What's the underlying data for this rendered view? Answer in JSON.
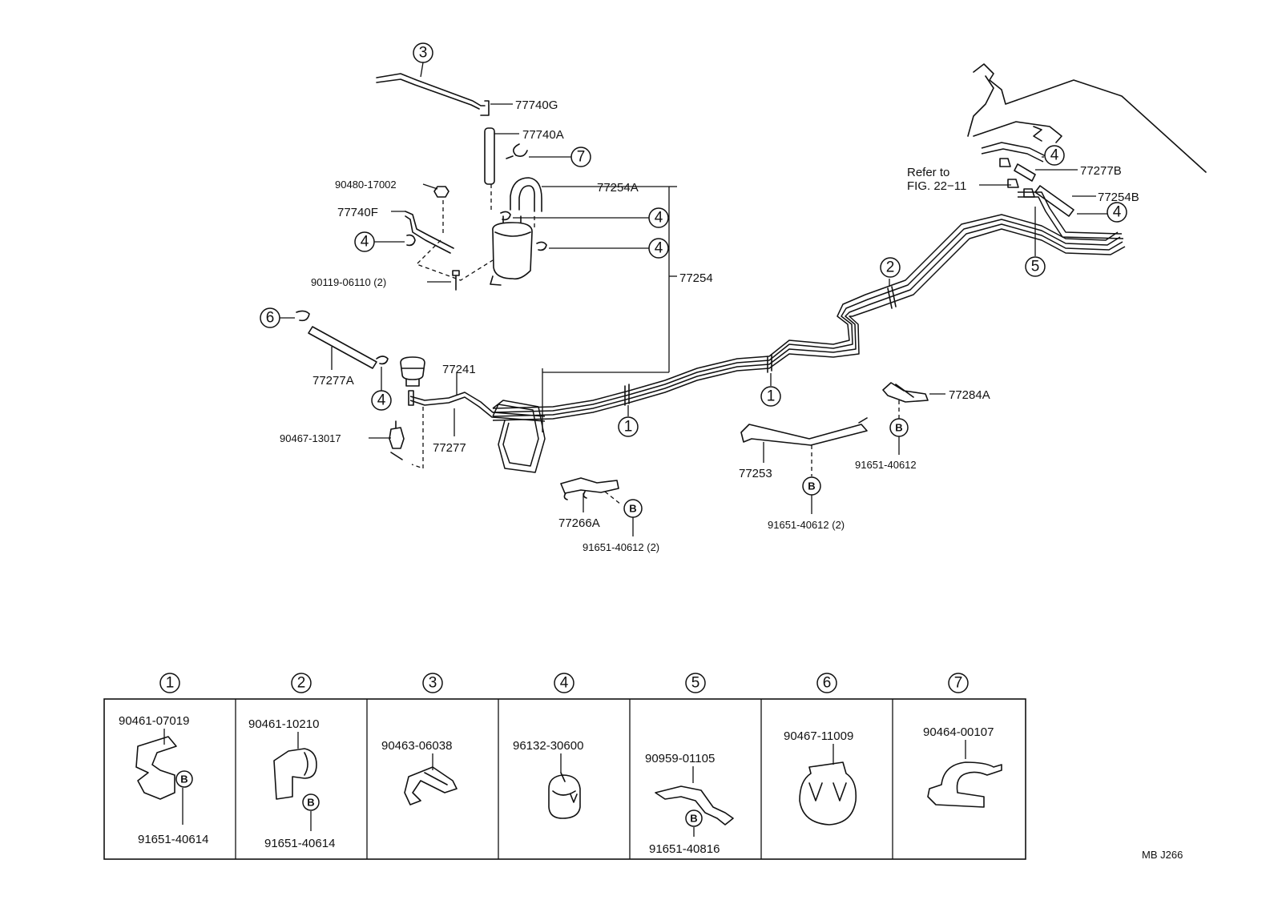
{
  "figure_code": "MB J266",
  "main_labels": {
    "p77740G": "77740G",
    "p77740A": "77740A",
    "p77254A": "77254A",
    "p90480": "90480-17002",
    "p77740F": "77740F",
    "p90119": "90119-06110 (2)",
    "p77254": "77254",
    "p77277A": "77277A",
    "p77241": "77241",
    "p77277": "77277",
    "p90467_13017": "90467-13017",
    "p77266A": "77266A",
    "p91651_a": "91651-40612 (2)",
    "p77253": "77253",
    "p91651_b": "91651-40612 (2)",
    "p77284A": "77284A",
    "p91651_c": "91651-40612",
    "p77277B": "77277B",
    "p77254B": "77254B",
    "refer_line1": "Refer to",
    "refer_line2": "FIG. 22−11"
  },
  "callouts": {
    "c3": "3",
    "c7": "7",
    "c4a": "4",
    "c4b": "4",
    "c4c": "4",
    "c4d": "4",
    "c6": "6",
    "c1a": "1",
    "c1b": "1",
    "c2": "2",
    "c4e": "4",
    "c4f": "4",
    "c5": "5",
    "b1": "B",
    "b2": "B",
    "b3": "B"
  },
  "legend": {
    "headers": [
      "1",
      "2",
      "3",
      "4",
      "5",
      "6",
      "7"
    ],
    "cells": [
      {
        "part": "90461-07019",
        "bolt": "91651-40614",
        "b": "B"
      },
      {
        "part": "90461-10210",
        "bolt": "91651-40614",
        "b": "B"
      },
      {
        "part": "90463-06038"
      },
      {
        "part": "96132-30600"
      },
      {
        "part": "90959-01105",
        "bolt": "91651-40816",
        "b": "B"
      },
      {
        "part": "90467-11009"
      },
      {
        "part": "90464-00107"
      }
    ]
  }
}
